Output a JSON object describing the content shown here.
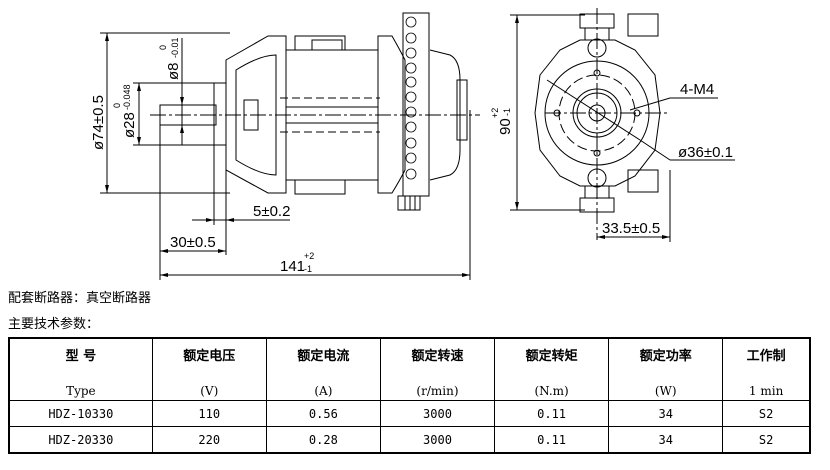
{
  "drawing": {
    "side_view": {
      "dim_body_diameter": "ø74±0.5",
      "dim_hub_diameter": "ø28",
      "dim_hub_tolerance_upper": "0",
      "dim_hub_tolerance_lower": "-0.048",
      "dim_shaft_diameter": "ø8",
      "dim_shaft_tolerance_upper": "0",
      "dim_shaft_tolerance_lower": "-0.01",
      "dim_hub_length": "5±0.2",
      "dim_shaft_length": "30±0.5",
      "dim_total_length": "141",
      "dim_total_tolerance_upper": "+2",
      "dim_total_tolerance_lower": "-1"
    },
    "end_view": {
      "dim_height": "90",
      "dim_height_tolerance_upper": "+2",
      "dim_height_tolerance_lower": "-1",
      "dim_thread": "4-M4",
      "dim_bolt_circle": "ø36±0.1",
      "dim_offset": "33.5±0.5"
    }
  },
  "notes": {
    "breaker": "配套断路器：真空断路器",
    "params_title": "主要技术参数："
  },
  "table": {
    "headers": [
      {
        "cn": "型  号",
        "unit": "Type"
      },
      {
        "cn": "额定电压",
        "unit": "(V)"
      },
      {
        "cn": "额定电流",
        "unit": "(A)"
      },
      {
        "cn": "额定转速",
        "unit": "(r/min)"
      },
      {
        "cn": "额定转矩",
        "unit": "(N.m)"
      },
      {
        "cn": "额定功率",
        "unit": "(W)"
      },
      {
        "cn": "工作制",
        "unit": "1 min"
      }
    ],
    "rows": [
      [
        "HDZ-10330",
        "110",
        "0.56",
        "3000",
        "0.11",
        "34",
        "S2"
      ],
      [
        "HDZ-20330",
        "220",
        "0.28",
        "3000",
        "0.11",
        "34",
        "S2"
      ]
    ]
  }
}
